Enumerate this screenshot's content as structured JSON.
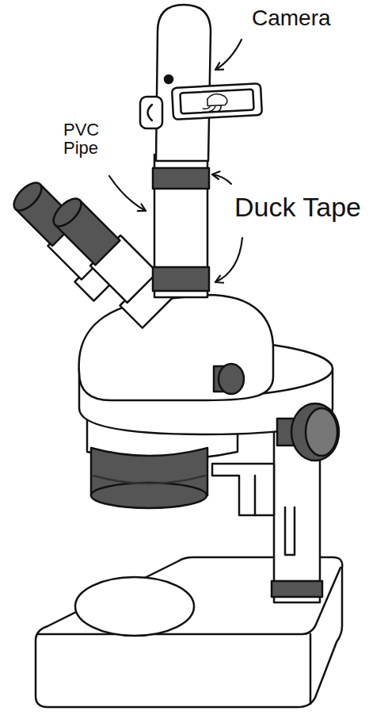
{
  "diagram": {
    "labels": [
      "Camera",
      "PVC Pipe",
      "Duck Tape"
    ]
  }
}
